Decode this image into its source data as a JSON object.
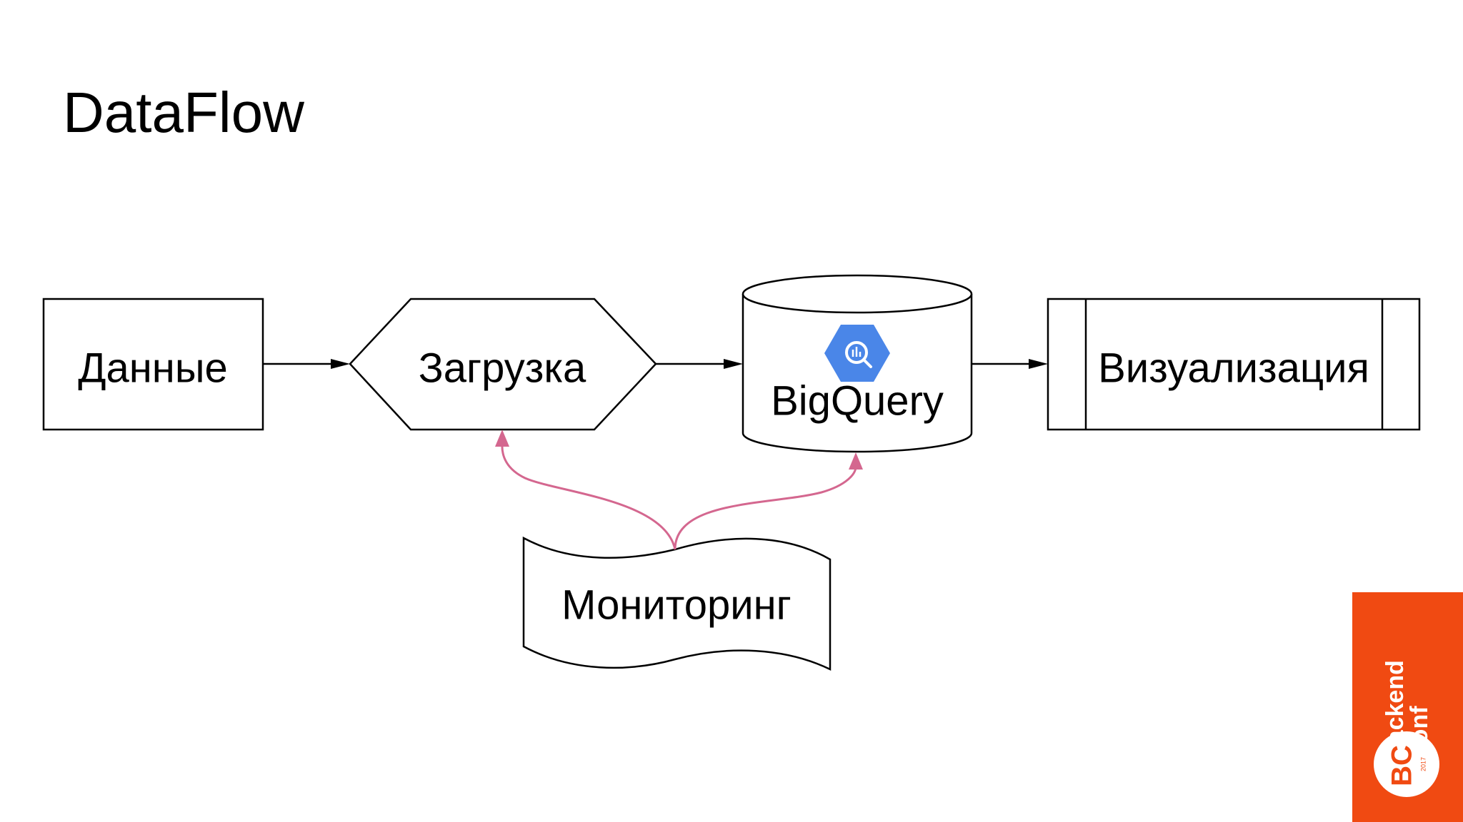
{
  "slide": {
    "title": "DataFlow"
  },
  "nodes": {
    "data": {
      "label": "Данные",
      "shape": "rectangle"
    },
    "loading": {
      "label": "Загрузка",
      "shape": "hexagon"
    },
    "bigquery": {
      "label": "BigQuery",
      "shape": "cylinder",
      "icon": "bigquery-icon"
    },
    "visualization": {
      "label": "Визуализация",
      "shape": "predefined-process"
    },
    "monitoring": {
      "label": "Мониторинг",
      "shape": "document"
    }
  },
  "edges": [
    {
      "from": "data",
      "to": "loading",
      "color": "#000000"
    },
    {
      "from": "loading",
      "to": "bigquery",
      "color": "#000000"
    },
    {
      "from": "bigquery",
      "to": "visualization",
      "color": "#000000"
    },
    {
      "from": "monitoring",
      "to": "loading",
      "color": "#d4678f"
    },
    {
      "from": "monitoring",
      "to": "bigquery",
      "color": "#d4678f"
    }
  ],
  "colors": {
    "monitor_arrow": "#d4678f",
    "bigquery_icon": "#4a86e8",
    "badge": "#f04a12"
  },
  "badge": {
    "line1": "Backend",
    "line2": "Conf",
    "logo_text": "BC",
    "year": "2017"
  }
}
